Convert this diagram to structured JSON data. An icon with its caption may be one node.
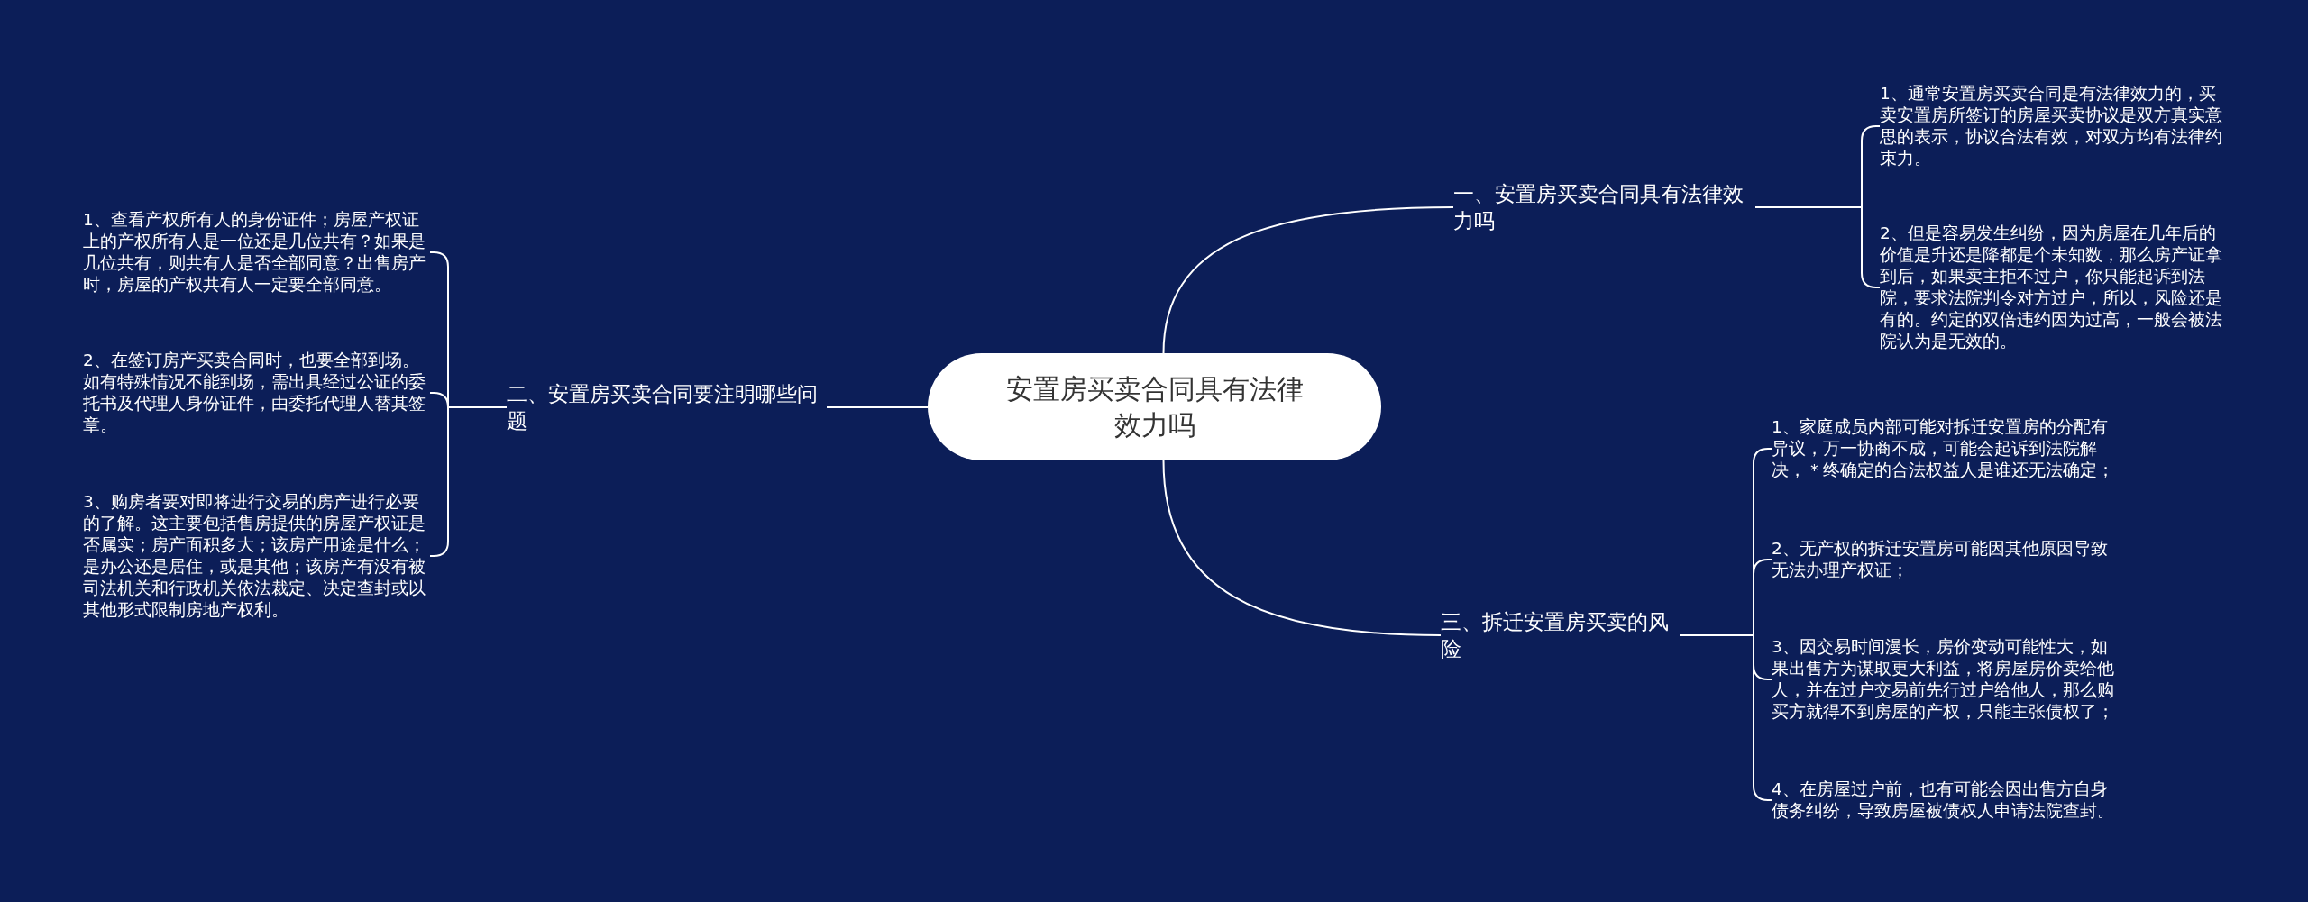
{
  "diagram": {
    "nodes": [
      {
        "text": [
          "安置房买卖合同具有法律效力吗"
        ]
      },
      {
        "text": [
          "一、安置房买卖合同具有法律效力吗"
        ]
      },
      {
        "text": [
          "1、通常安置房买卖合同是有法律效力的，买卖安置房所签订的房屋买卖协议是双方真实意思的表示，协议合法有效，对双方均有法律约束力。"
        ]
      },
      {
        "text": [
          "2、但是容易发生纠纷，因为房屋在几年后的价值是升还是降都是个未知数，那么房产证拿到后，如果卖主拒不过户，你只能起诉到法院，要求法院判令对方过户，所以，风险还是有的。约定的双倍违约因为过高，一般会被法院认为是无效的。"
        ]
      },
      {
        "text": [
          "二、安置房买卖合同要注明哪些问题"
        ]
      },
      {
        "text": [
          "1、查看产权所有人的身份证件；房屋产权证上的产权所有人是一位还是几位共有？如果是几位共有，则共有人是否全部同意？出售房产时，房屋的产权共有人一定要全部同意。"
        ]
      },
      {
        "text": [
          "2、在签订房产买卖合同时，也要全部到场。如有特殊情况不能到场，需出具经过公证的委托书及代理人身份证件，由委托代理人替其签章。"
        ]
      },
      {
        "text": [
          "3、购房者要对即将进行交易的房产进行必要的了解。这主要包括售房提供的房屋产权证是否属实；房产面积多大；该房产用途是什么；是办公还是居住，或是其他；该房产有没有被司法机关和行政机关依法裁定、决定查封或以其他形式限制房地产权利。"
        ]
      },
      {
        "text": [
          "三、拆迁安置房买卖的风险"
        ]
      },
      {
        "text": [
          "1、家庭成员内部可能对拆迁安置房的分配有异议，万一协商不成，可能会起诉到法院解决，＊终确定的合法权益人是谁还无法确定；"
        ]
      },
      {
        "text": [
          "2、无产权的拆迁安置房可能因其他原因导致无法办理产权证；"
        ]
      },
      {
        "text": [
          "3、因交易时间漫长，房价变动可能性大，如果出售方为谋取更大利益，将房屋房价卖给他人，并在过户交易前先行过户给他人，那么购买方就得不到房屋的产权，只能主张债权了；"
        ]
      },
      {
        "text": [
          "4、在房屋过户前，也有可能会因出售方自身债务纠纷，导致房屋被债权人申请法院查封。"
        ]
      }
    ],
    "edges": [
      {
        "from": 0,
        "to": 1,
        "arrow": "none"
      },
      {
        "from": 0,
        "to": 4,
        "arrow": "none"
      },
      {
        "from": 0,
        "to": 8,
        "arrow": "none"
      },
      {
        "from": 1,
        "to": 2,
        "arrow": "none"
      },
      {
        "from": 1,
        "to": 3,
        "arrow": "none"
      },
      {
        "from": 4,
        "to": 5,
        "arrow": "none"
      },
      {
        "from": 4,
        "to": 6,
        "arrow": "none"
      },
      {
        "from": 4,
        "to": 7,
        "arrow": "none"
      },
      {
        "from": 8,
        "to": 9,
        "arrow": "none"
      },
      {
        "from": 8,
        "to": 10,
        "arrow": "none"
      },
      {
        "from": 8,
        "to": 11,
        "arrow": "none"
      },
      {
        "from": 8,
        "to": 12,
        "arrow": "none"
      }
    ]
  }
}
